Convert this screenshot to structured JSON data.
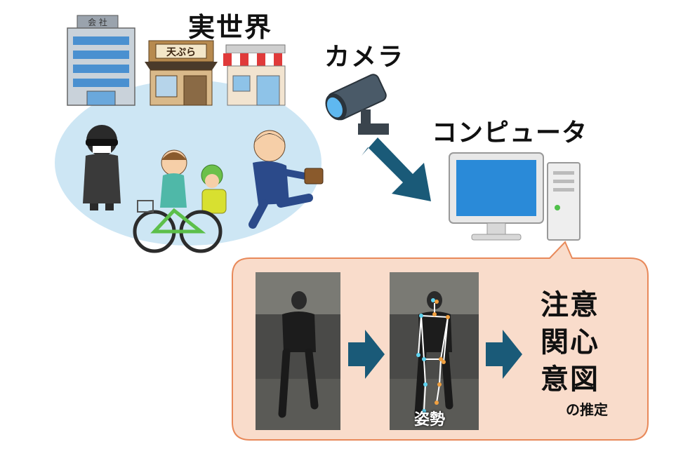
{
  "labels": {
    "real_world": "実世界",
    "camera": "カメラ",
    "computer": "コンピュータ"
  },
  "buildings": {
    "company_sign": "会 社",
    "tempura_sign": "天ぷら"
  },
  "estimation": {
    "pose": "姿勢",
    "targets": [
      "注意",
      "関心",
      "意図"
    ],
    "suffix": "の推定"
  },
  "colors": {
    "arrow": "#1a5a78",
    "bubble_fill": "#f9dccb",
    "bubble_border": "#e8895a",
    "world_ellipse": "#cde6f4",
    "skeleton": "#ffffff",
    "keypoint_blue": "#5fd3f0",
    "keypoint_orange": "#f0a040"
  },
  "icons": [
    "office-building-icon",
    "tempura-shop-icon",
    "store-icon",
    "suspicious-person-icon",
    "mother-child-bicycle-icon",
    "businessman-running-icon",
    "security-camera-icon",
    "desktop-computer-icon"
  ]
}
